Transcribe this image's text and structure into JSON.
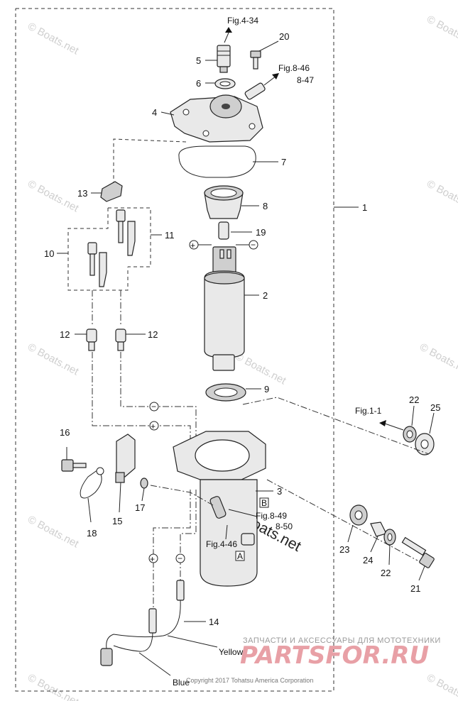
{
  "callouts": {
    "n1": "1",
    "n2": "2",
    "n3": "3",
    "n4": "4",
    "n5": "5",
    "n6": "6",
    "n7": "7",
    "n8": "8",
    "n9": "9",
    "n10": "10",
    "n11": "11",
    "n12a": "12",
    "n12b": "12",
    "n13": "13",
    "n14": "14",
    "n15": "15",
    "n16": "16",
    "n17": "17",
    "n18": "18",
    "n19": "19",
    "n20": "20",
    "n21": "21",
    "n22a": "22",
    "n22b": "22",
    "n23": "23",
    "n24": "24",
    "n25": "25"
  },
  "references": {
    "fig_4_34": "Fig.4-34",
    "fig_8_46": "Fig.8-46",
    "ref_8_47": "8-47",
    "fig_8_49": "Fig.8-49",
    "ref_8_50": "8-50",
    "fig_4_46": "Fig.4-46",
    "fig_1_1": "Fig.1-1",
    "box_a": "A",
    "box_b": "B"
  },
  "polarity": {
    "plus": "+",
    "minus": "−"
  },
  "wires": {
    "yellow": "Yellow",
    "blue": "Blue"
  },
  "watermark": {
    "text": "© Boats.net"
  },
  "footer": {
    "copyright": "Copyright 2017 Tohatsu America Corporation",
    "ru_tagline": "ЗАПЧАСТИ И АКСЕССУАРЫ ДЛЯ МОТОТЕХНИКИ",
    "brand": "PARTSFOR.RU"
  }
}
